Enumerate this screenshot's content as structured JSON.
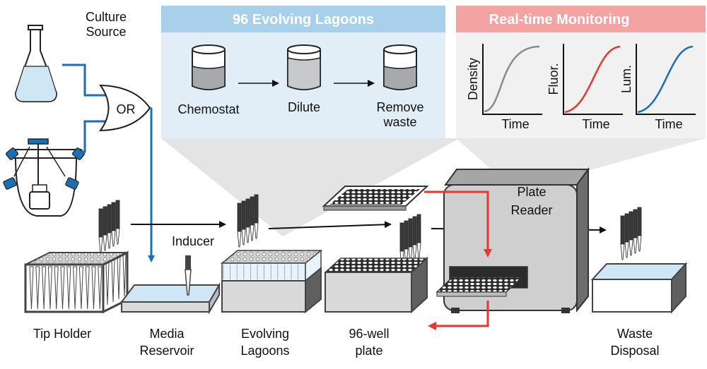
{
  "colors": {
    "blue_wire": "#1a6fb5",
    "red_arrow": "#e23a2e",
    "lagoon_panel": "#e1eef8",
    "lagoon_header": "#a9d0ea",
    "monitor_panel": "#f1f1f1",
    "monitor_header": "#f4a3a3",
    "curve_gray": "#8a8a8a",
    "curve_red": "#e23a2e",
    "curve_blue": "#1a6fb5",
    "liquid": "#a7a9ac",
    "media": "#cfe6f5"
  },
  "culture_source": {
    "label_line1": "Culture",
    "label_line2": "Source"
  },
  "logic_gate": {
    "label": "OR"
  },
  "lagoons_panel": {
    "title": "96 Evolving Lagoons",
    "steps": [
      {
        "label": "Chemostat",
        "label2": ""
      },
      {
        "label": "Dilute",
        "label2": ""
      },
      {
        "label": "Remove",
        "label2": "waste"
      }
    ]
  },
  "monitoring_panel": {
    "title": "Real-time Monitoring",
    "plots": [
      {
        "ylabel": "Density",
        "xlabel": "Time",
        "color": "#8a8a8a"
      },
      {
        "ylabel": "Fluor.",
        "xlabel": "Time",
        "color": "#e23a2e"
      },
      {
        "ylabel": "Lum.",
        "xlabel": "Time",
        "color": "#1a6fb5"
      }
    ]
  },
  "inducer": {
    "label": "Inducer"
  },
  "plate_reader": {
    "label_line1": "Plate",
    "label_line2": "Reader"
  },
  "stations": [
    {
      "line1": "Tip Holder",
      "line2": ""
    },
    {
      "line1": "Media",
      "line2": "Reservoir"
    },
    {
      "line1": "Evolving",
      "line2": "Lagoons"
    },
    {
      "line1": "96-well",
      "line2": "plate"
    },
    {
      "line1": "Waste",
      "line2": "Disposal"
    }
  ]
}
